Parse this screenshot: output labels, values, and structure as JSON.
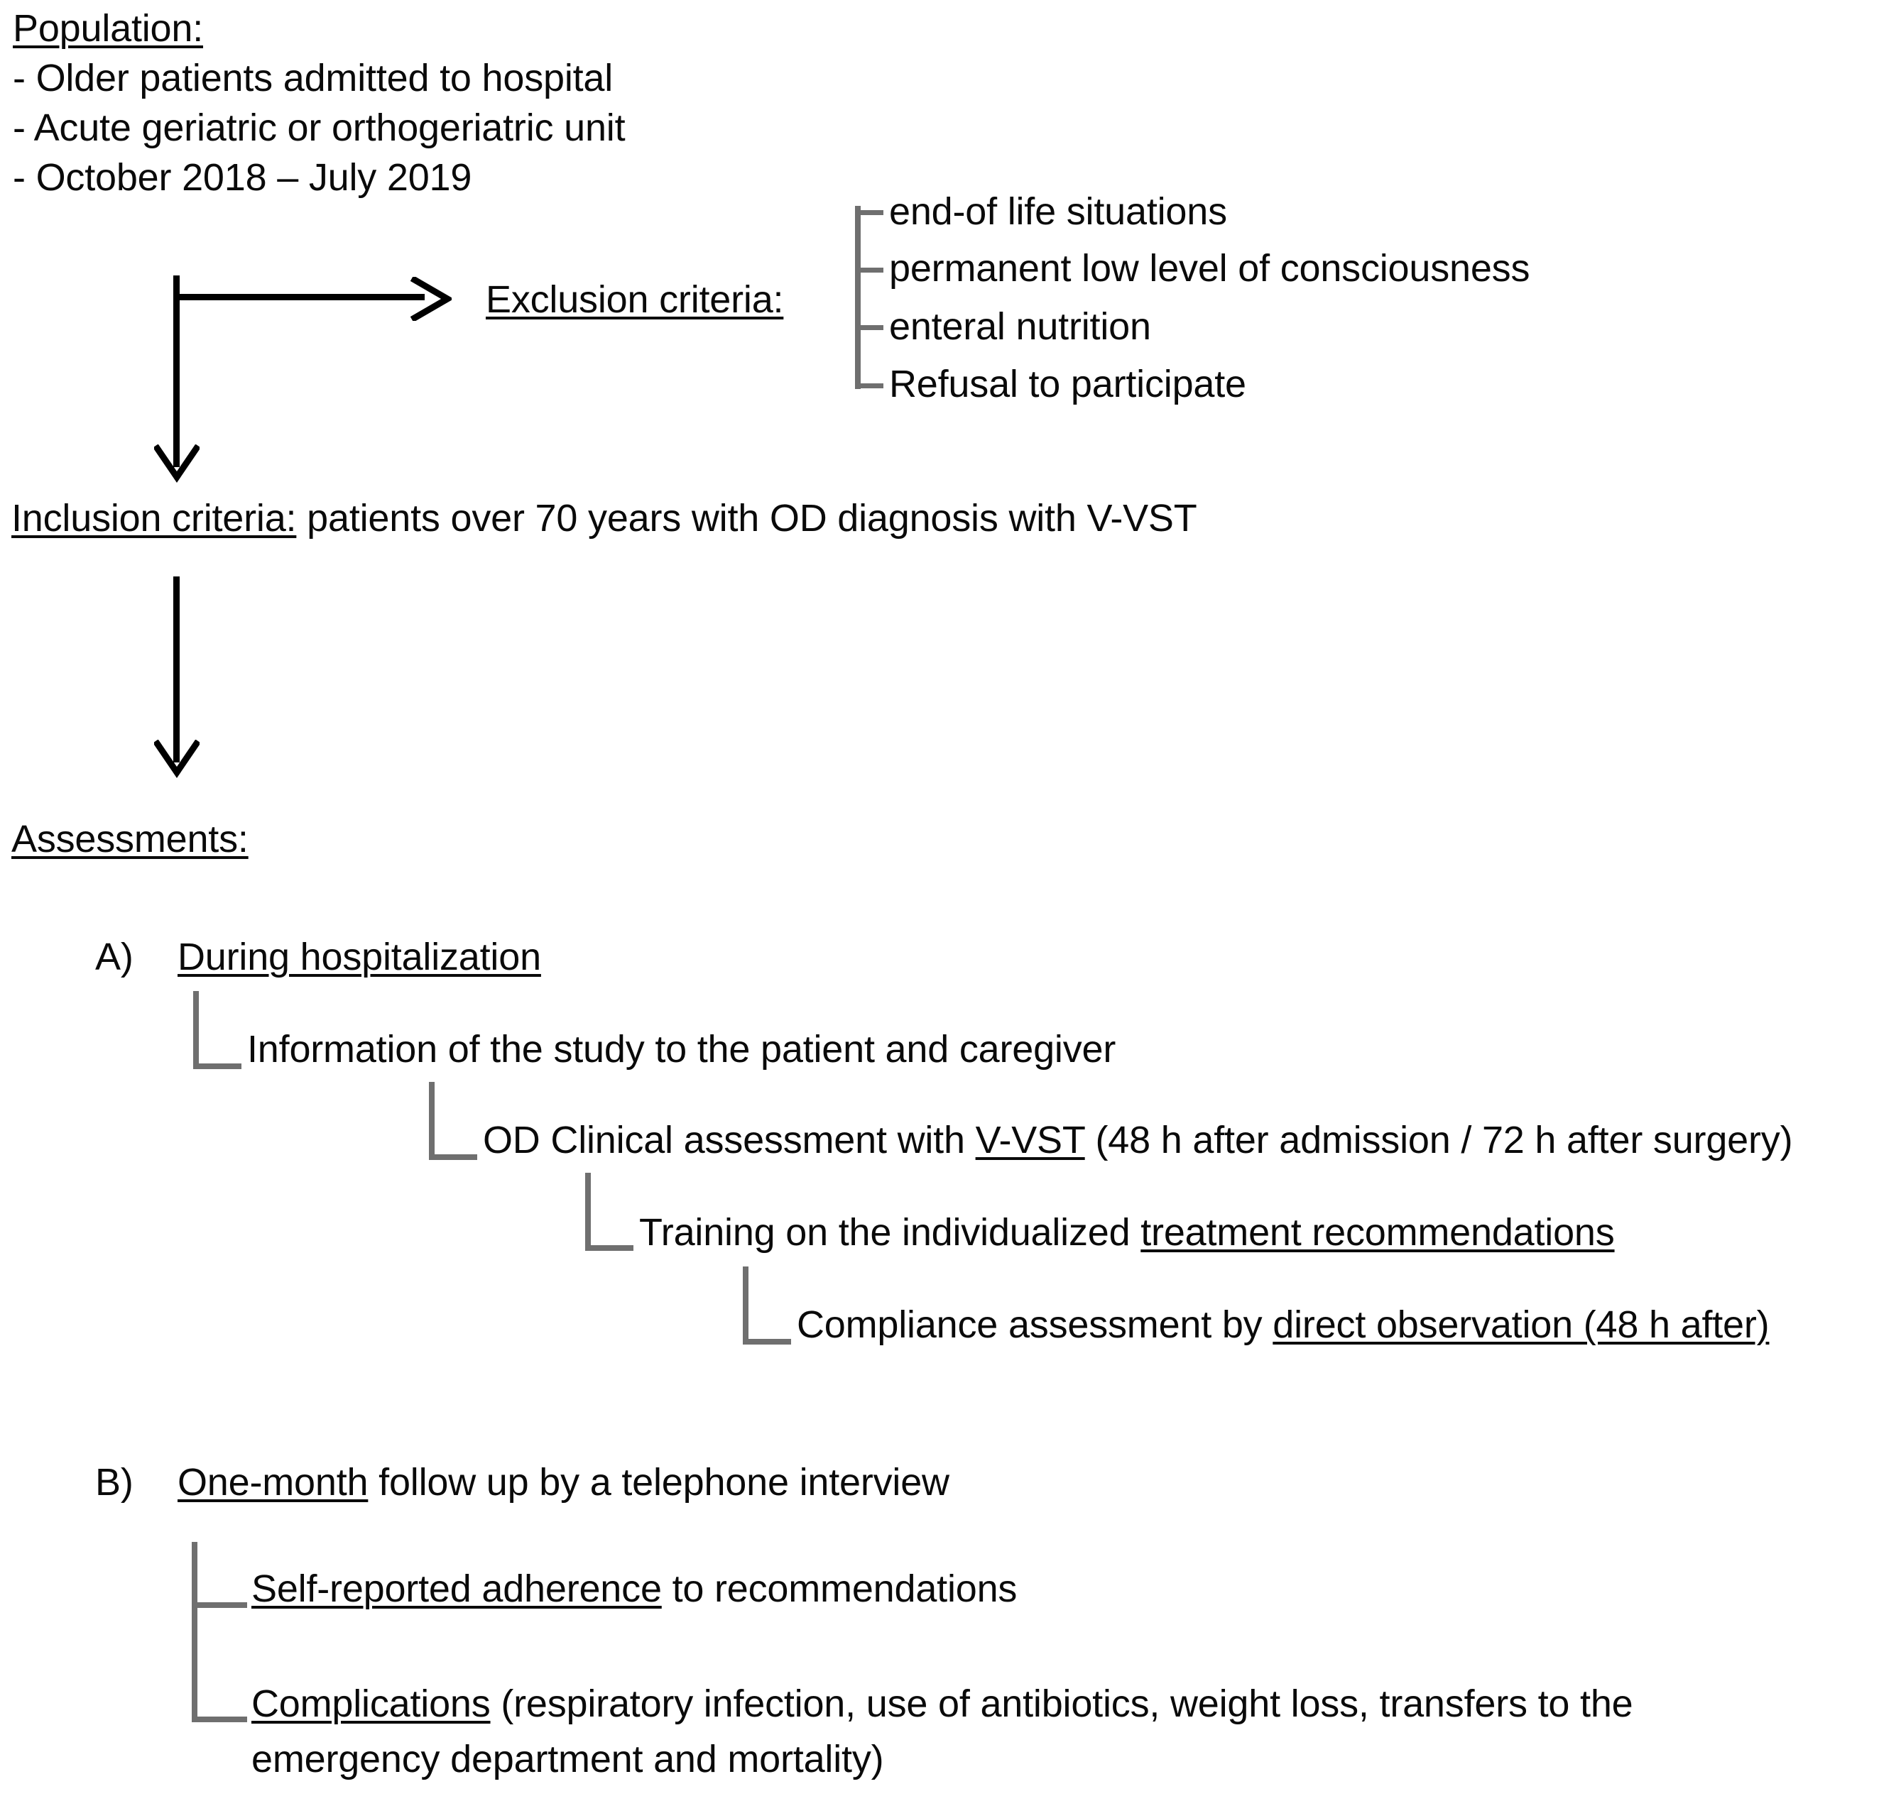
{
  "population": {
    "heading": "Population:",
    "lines": [
      "- Older patients admitted to hospital",
      "- Acute geriatric or orthogeriatric unit",
      "- October 2018 – July 2019"
    ]
  },
  "exclusion": {
    "label": "Exclusion criteria:",
    "items": [
      "end-of life situations",
      "permanent low level of consciousness",
      "enteral nutrition",
      "Refusal to participate"
    ]
  },
  "inclusion": {
    "label": "Inclusion criteria:",
    "text": " patients over 70 years with OD diagnosis with V-VST"
  },
  "assessments": {
    "heading": "Assessments:",
    "section_a": {
      "letter": "A)",
      "title": "During hospitalization",
      "steps": [
        {
          "pre": "Information of the study to the patient and caregiver",
          "underlined": "",
          "post": ""
        },
        {
          "pre": "OD Clinical assessment with ",
          "underlined": "V-VST",
          "post": " (48 h after admission / 72 h after surgery)"
        },
        {
          "pre": "Training on the individualized ",
          "underlined": "treatment recommendations",
          "post": ""
        },
        {
          "pre": "Compliance assessment by ",
          "underlined": "direct observation (48 h after)",
          "post": ""
        }
      ]
    },
    "section_b": {
      "letter": "B)",
      "title_underlined": "One-month",
      "title_rest": " follow up by a telephone interview",
      "items": [
        {
          "underlined": "Self-reported adherence",
          "post": " to recommendations",
          "continuation": ""
        },
        {
          "underlined": "Complications",
          "post": " (respiratory infection, use of antibiotics, weight loss, transfers to the",
          "continuation": "emergency department and mortality)"
        }
      ]
    }
  },
  "colors": {
    "text": "#0a0a0a",
    "arrow": "#000000",
    "connector": "#6f6f6f",
    "background": "#ffffff"
  }
}
